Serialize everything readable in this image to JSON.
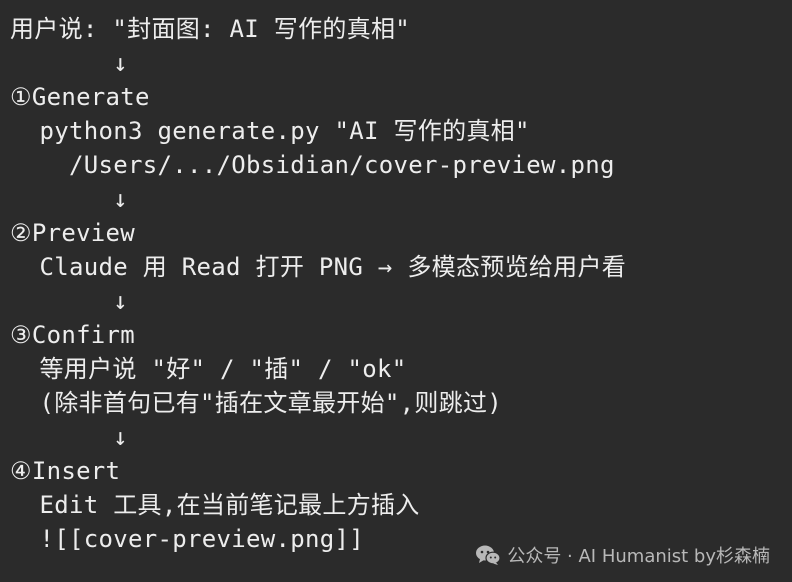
{
  "terminal": {
    "lines": [
      "用户说: \"封面图: AI 写作的真相\"",
      "       ↓",
      "①Generate",
      "  python3 generate.py \"AI 写作的真相\"",
      "    /Users/.../Obsidian/cover-preview.png",
      "       ↓",
      "②Preview",
      "  Claude 用 Read 打开 PNG → 多模态预览给用户看",
      "       ↓",
      "③Confirm",
      "  等用户说 \"好\" / \"插\" / \"ok\"",
      "  (除非首句已有\"插在文章最开始\",则跳过)",
      "       ↓",
      "④Insert",
      "  Edit 工具,在当前笔记最上方插入",
      "  ![[cover-preview.png]]"
    ]
  },
  "watermark": {
    "icon": "wechat-icon",
    "text": "公众号 · AI Humanist by杉森楠"
  }
}
